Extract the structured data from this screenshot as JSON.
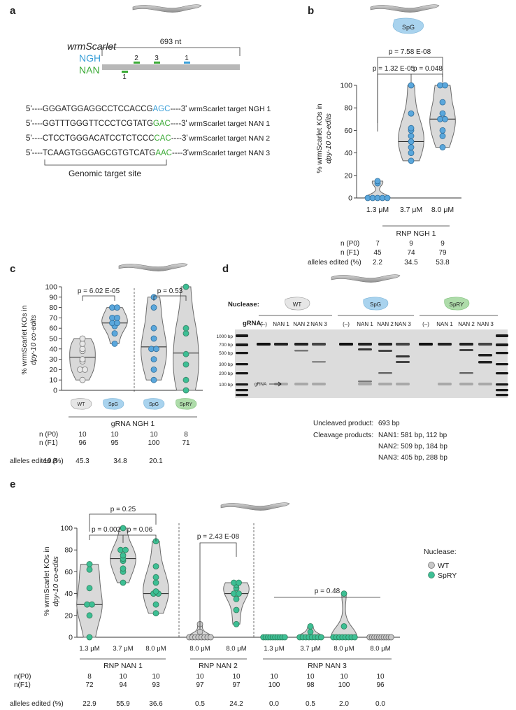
{
  "panels": {
    "a": {
      "letter": "a",
      "gene": "wrmScarlet",
      "pam_ngh": "NGH",
      "pam_nan": "NAN",
      "length_label": "693 nt",
      "site_numbers": [
        "2",
        "3",
        "1",
        "1"
      ],
      "sequences": [
        {
          "prefix": "5'----GGGATGGAGGCCTCCACCG",
          "pam": "AGC",
          "suffix": "----3'",
          "label": "wrmScarlet target NGH 1",
          "pam_color": "#3a9fd8"
        },
        {
          "prefix": "5'----GGTTTGGGTTCCCTCGTATG",
          "pam": "GAC",
          "suffix": "----3'",
          "label": "wrmScarlet target NAN 1",
          "pam_color": "#3aaa35"
        },
        {
          "prefix": "5'----CTCCTGGGACATCCTCTCCC",
          "pam": "CAC",
          "suffix": "----3'",
          "label": "wrmScarlet target NAN 2",
          "pam_color": "#3aaa35"
        },
        {
          "prefix": "5'----TCAAGTGGGAGCGTGTCATG",
          "pam": "AAC",
          "suffix": "----3'",
          "label": "wrmScarlet target NAN 3",
          "pam_color": "#3aaa35"
        }
      ],
      "genomic_label": "Genomic target site"
    },
    "b": {
      "letter": "b",
      "nuclease": "SpG",
      "y_label_line1": "% wrmScarlet KOs in",
      "y_label_line2": "dpy-10 co-edits",
      "group_label": "RNP NGH 1",
      "p_values": [
        "p = 7.58 E-08",
        "p = 1.32 E-05",
        "p = 0.048"
      ],
      "n_p0_label": "n (P0)",
      "n_f1_label": "n (F1)",
      "alleles_label": "alleles edited (%)",
      "n_p0": [
        "7",
        "9",
        "9"
      ],
      "n_f1": [
        "45",
        "74",
        "79"
      ],
      "alleles": [
        "2.2",
        "34.5",
        "53.8"
      ]
    },
    "c": {
      "letter": "c",
      "y_label_line1": "% wrmScarlet KOs in",
      "y_label_line2": "dpy-10 co-edits",
      "group_label": "gRNA NGH 1",
      "nucleases": [
        "WT",
        "SpG",
        "SpG",
        "SpRY"
      ],
      "p_values": [
        "p = 6.02 E-05",
        "p = 0.53"
      ],
      "n_p0_label": "n (P0)",
      "n_f1_label": "n (F1)",
      "alleles_label": "alleles edited (%)",
      "n_p0": [
        "10",
        "10",
        "10",
        "8"
      ],
      "n_f1": [
        "96",
        "95",
        "100",
        "71"
      ],
      "alleles": [
        "19.8",
        "45.3",
        "34.8",
        "20.1"
      ]
    },
    "d": {
      "letter": "d",
      "nuclease_label": "Nuclease:",
      "grna_label": "gRNA:",
      "nucleases": [
        "WT",
        "SpG",
        "SpRY"
      ],
      "lanes": [
        "(–)",
        "NAN 1",
        "NAN 2",
        "NAN 3"
      ],
      "ladder": [
        "1000 bp",
        "700 bp",
        "500 bp",
        "300 bp",
        "200 bp",
        "100 bp"
      ],
      "grna_band": "gRNA",
      "uncleaved_label": "Uncleaved product:",
      "uncleaved_value": "693 bp",
      "cleavage_label": "Cleavage products:",
      "cleavage_values": [
        "NAN1: 581 bp, 112 bp",
        "NAN2: 509 bp, 184 bp",
        "NAN3: 405 bp, 288 bp"
      ]
    },
    "e": {
      "letter": "e",
      "y_label_line1": "% wrmScarlet KOs in",
      "y_label_line2": "dpy-10 co-edits",
      "legend_title": "Nuclease:",
      "legend": [
        {
          "name": "WT",
          "color": "#c8c8c8"
        },
        {
          "name": "SpRY",
          "color": "#3dbf94"
        }
      ],
      "group_labels": [
        "RNP NAN 1",
        "RNP NAN 2",
        "RNP NAN 3"
      ],
      "p_values": [
        "p = 0.25",
        "p = 0.002",
        "p = 0.06",
        "p = 2.43 E-08",
        "p = 0.48"
      ],
      "n_p0_label": "n(P0)",
      "n_f1_label": "n(F1)",
      "alleles_label": "alleles edited (%)",
      "n_p0": [
        "8",
        "10",
        "10",
        "10",
        "10",
        "10",
        "10",
        "10",
        "10"
      ],
      "n_f1": [
        "72",
        "94",
        "93",
        "97",
        "97",
        "100",
        "98",
        "100",
        "96"
      ],
      "alleles": [
        "22.9",
        "55.9",
        "36.6",
        "0.5",
        "24.2",
        "0.0",
        "0.5",
        "2.0",
        "0.0"
      ]
    }
  },
  "chart_data": [
    {
      "panel": "b",
      "type": "scatter",
      "ylim": [
        0,
        100
      ],
      "yticks": [
        0,
        20,
        40,
        60,
        80,
        100
      ],
      "categories": [
        "1.3 μM",
        "3.7 μM",
        "8.0 μM"
      ],
      "colors": [
        "#5aa7dc"
      ],
      "series": [
        {
          "category": "1.3 μM",
          "values": [
            0,
            0,
            0,
            0,
            0,
            13,
            15
          ],
          "median": 0
        },
        {
          "category": "3.7 μM",
          "values": [
            33,
            40,
            45,
            50,
            55,
            60,
            62,
            75,
            100
          ],
          "median": 50
        },
        {
          "category": "8.0 μM",
          "values": [
            45,
            55,
            60,
            70,
            70,
            75,
            85,
            100,
            100
          ],
          "median": 70
        }
      ]
    },
    {
      "panel": "c",
      "type": "scatter",
      "ylim": [
        0,
        100
      ],
      "yticks": [
        0,
        10,
        20,
        30,
        40,
        50,
        60,
        70,
        80,
        90,
        100
      ],
      "categories": [
        "WT",
        "SpG",
        "SpG",
        "SpRY"
      ],
      "colors": [
        "#e8e8e8",
        "#5aa7dc",
        "#5aa7dc",
        "#3dbf94"
      ],
      "series": [
        {
          "category": "WT",
          "values": [
            10,
            20,
            20,
            28,
            30,
            38,
            40,
            45,
            50
          ],
          "median": 32
        },
        {
          "category": "SpG",
          "values": [
            45,
            55,
            62,
            65,
            65,
            70,
            70,
            80,
            80
          ],
          "median": 65
        },
        {
          "category": "SpG",
          "values": [
            10,
            20,
            30,
            40,
            40,
            50,
            60,
            80,
            90
          ],
          "median": 42
        },
        {
          "category": "SpRY",
          "values": [
            0,
            10,
            25,
            35,
            55,
            60,
            100
          ],
          "median": 36
        }
      ]
    },
    {
      "panel": "e",
      "type": "scatter",
      "ylim": [
        0,
        100
      ],
      "yticks": [
        0,
        20,
        40,
        60,
        80,
        100
      ],
      "categories": [
        "1.3 μM",
        "3.7 μM",
        "8.0 μM",
        "8.0 μM",
        "8.0 μM",
        "1.3 μM",
        "3.7 μM",
        "8.0 μM",
        "8.0 μM"
      ],
      "series": [
        {
          "category": "1.3 μM",
          "nuclease": "SpRY",
          "values": [
            0,
            20,
            30,
            30,
            45,
            62,
            67
          ],
          "median": 30
        },
        {
          "category": "3.7 μM",
          "nuclease": "SpRY",
          "values": [
            50,
            60,
            63,
            70,
            72,
            75,
            80,
            80,
            100
          ],
          "median": 72
        },
        {
          "category": "8.0 μM",
          "nuclease": "SpRY",
          "values": [
            22,
            30,
            40,
            40,
            42,
            50,
            55,
            65,
            88
          ],
          "median": 40
        },
        {
          "category": "8.0 μM",
          "nuclease": "WT",
          "values": [
            0,
            0,
            0,
            0,
            0,
            0,
            0,
            0,
            5,
            12
          ],
          "median": 0
        },
        {
          "category": "8.0 μM",
          "nuclease": "SpRY",
          "values": [
            12,
            25,
            35,
            40,
            40,
            45,
            48,
            50,
            50
          ],
          "median": 40
        },
        {
          "category": "1.3 μM",
          "nuclease": "SpRY",
          "values": [
            0,
            0,
            0,
            0,
            0,
            0,
            0,
            0,
            0,
            0
          ],
          "median": 0
        },
        {
          "category": "3.7 μM",
          "nuclease": "SpRY",
          "values": [
            0,
            0,
            0,
            0,
            0,
            0,
            0,
            0,
            5,
            10
          ],
          "median": 0
        },
        {
          "category": "8.0 μM",
          "nuclease": "SpRY",
          "values": [
            0,
            0,
            0,
            0,
            0,
            0,
            0,
            0,
            10,
            40
          ],
          "median": 0
        },
        {
          "category": "8.0 μM",
          "nuclease": "WT",
          "values": [
            0,
            0,
            0,
            0,
            0,
            0,
            0,
            0,
            0,
            0
          ],
          "median": 0
        }
      ]
    }
  ]
}
